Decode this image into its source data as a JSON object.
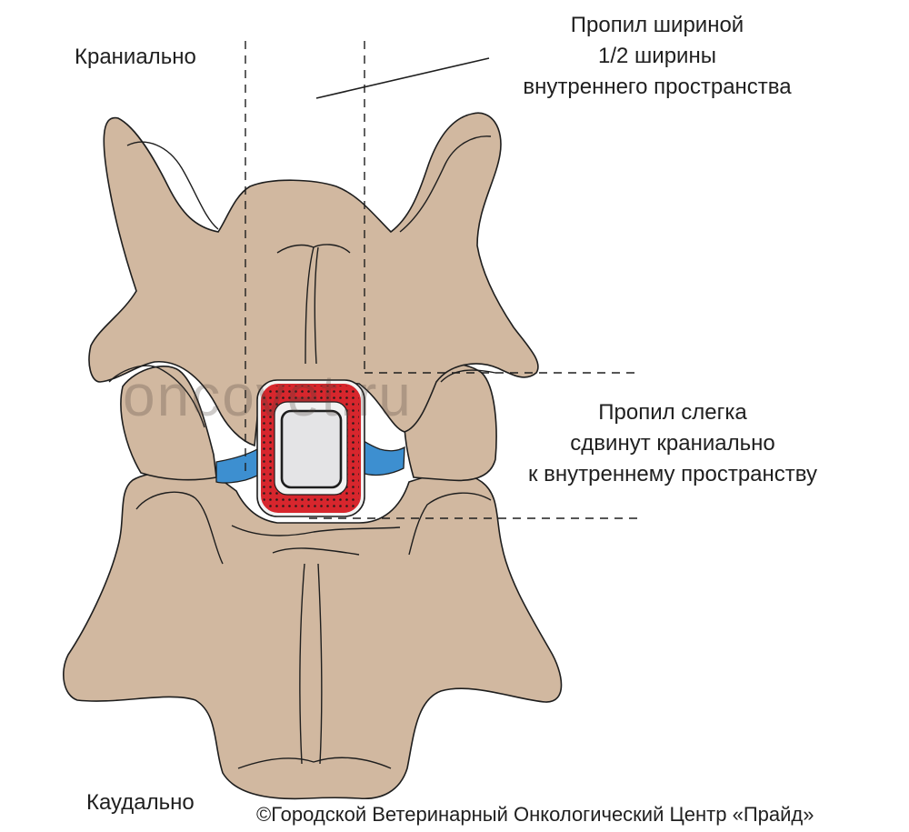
{
  "labels": {
    "cranial": "Краниально",
    "caudal": "Каудально",
    "cut_width": [
      "Пропил шириной",
      "1/2 ширины",
      "внутреннего пространства"
    ],
    "cut_shift": [
      "Пропил слегка",
      "сдвинут краниально",
      "к внутреннему пространству"
    ]
  },
  "watermark": "oncovet.ru",
  "copyright": "©Городской Ветеринарный Онкологический Центр «Прайд»",
  "colors": {
    "bone": "#d1b8a0",
    "outline": "#1e1e1e",
    "implant_red": "#d7262d",
    "implant_dots": "#2a1a1a",
    "implant_inner": "#e4e4e6",
    "implant_frame": "#f2f2f2",
    "ligament_blue": "#3d8fd0",
    "text": "#1f1f1f"
  }
}
